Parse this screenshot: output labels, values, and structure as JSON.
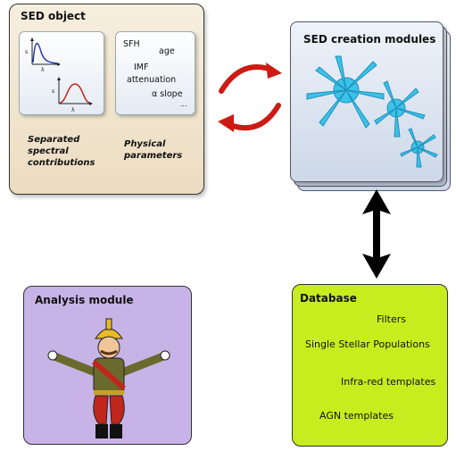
{
  "sed_object": {
    "title": "SED object",
    "spectral_caption_1": "Separated",
    "spectral_caption_2": "spectral",
    "spectral_caption_3": "contributions",
    "physical_caption_1": "Physical",
    "physical_caption_2": "parameters",
    "params": {
      "sfh": "SFH",
      "age": "age",
      "imf": "IMF",
      "attenuation": "attenuation",
      "alpha_slope": "α slope",
      "ellipsis": "..."
    },
    "plot_axis": {
      "y": "s",
      "x": "λ"
    }
  },
  "sed_modules": {
    "title": "SED creation modules"
  },
  "analysis_module": {
    "title": "Analysis module"
  },
  "database": {
    "title": "Database",
    "items": {
      "filters": "Filters",
      "ssp": "Single Stellar Populations",
      "ir": "Infra-red templates",
      "agn": "AGN templates"
    }
  },
  "colors": {
    "sed_object_bg": "#efe2c9",
    "modules_bg": "#dde6f2",
    "analysis_bg": "#c7b3e6",
    "database_bg": "#c8ec1e",
    "arrow_red": "#cc1b14",
    "neuron_blue": "#3bc3ea"
  }
}
